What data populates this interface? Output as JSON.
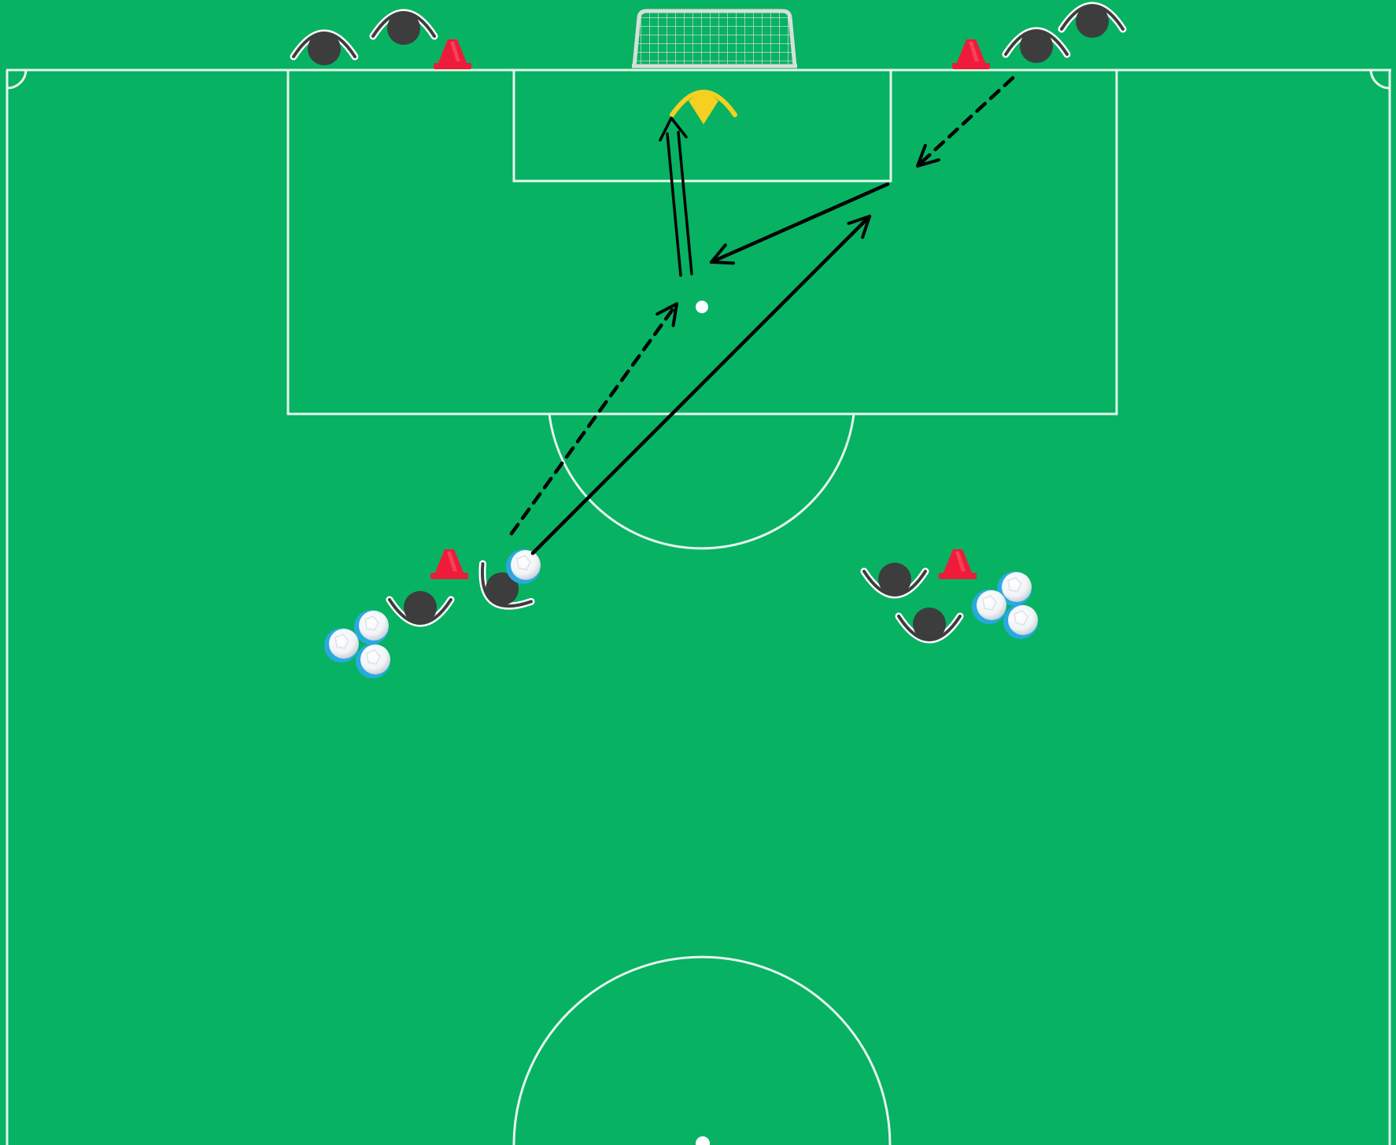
{
  "diagram": {
    "type": "soccer-drill",
    "colors": {
      "pitch": "#07b263",
      "lines": "#e6f5ec",
      "player": "#3d3d3d",
      "player_outline": "#ffffff",
      "goalkeeper": "#f5d020",
      "cone": "#ee1c3a",
      "arrow": "#000000",
      "ball_accent": "#2aa9e0"
    },
    "legend_icons": {
      "player": "player-icon",
      "goalkeeper": "goalkeeper-icon",
      "cone": "cone-icon",
      "ball": "ball-icon",
      "pass": "solid-arrow",
      "run": "dashed-arrow",
      "shot": "double-arrow"
    }
  }
}
